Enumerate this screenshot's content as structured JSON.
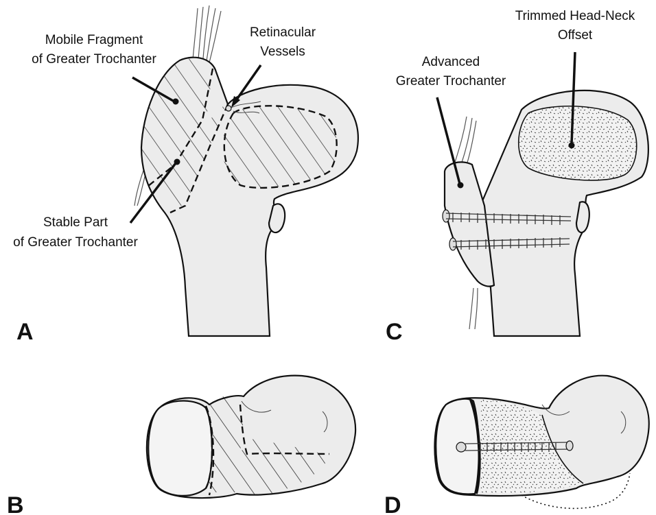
{
  "panels": {
    "a": {
      "letter": "A",
      "labels": {
        "mobile_fragment_line1": "Mobile Fragment",
        "mobile_fragment_line2": "of Greater Trochanter",
        "retinacular_line1": "Retinacular",
        "retinacular_line2": "Vessels",
        "stable_part_line1": "Stable Part",
        "stable_part_line2": "of Greater Trochanter"
      }
    },
    "b": {
      "letter": "B"
    },
    "c": {
      "letter": "C",
      "labels": {
        "trimmed_line1": "Trimmed Head-Neck",
        "trimmed_line2": "Offset",
        "advanced_line1": "Advanced",
        "advanced_line2": "Greater Trochanter"
      }
    },
    "d": {
      "letter": "D"
    }
  }
}
